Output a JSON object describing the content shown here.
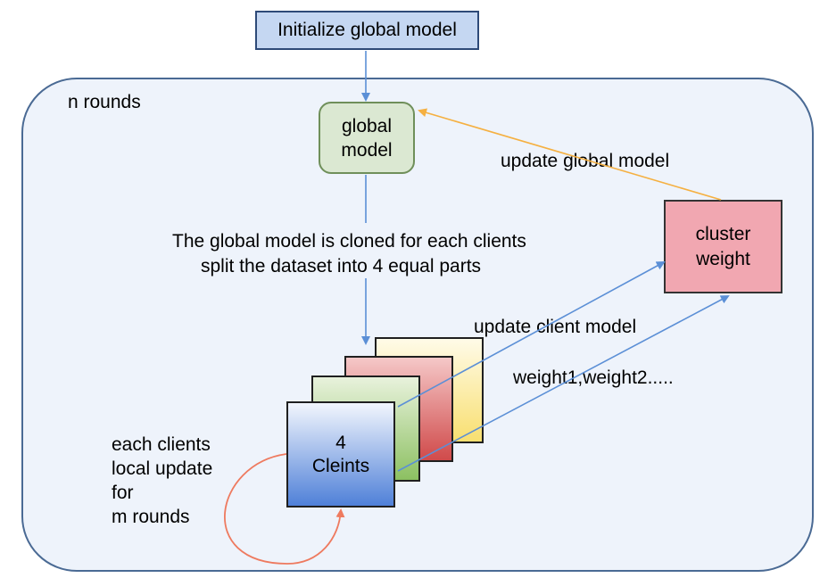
{
  "init_box": {
    "label": "Initialize global model"
  },
  "container": {
    "label": "n rounds"
  },
  "global_model": {
    "line1": "global",
    "line2": "model"
  },
  "update_global": {
    "label": "update global model"
  },
  "cluster": {
    "line1": "cluster",
    "line2": "weight"
  },
  "clone_text": {
    "line1": "The global model is cloned for each clients",
    "line2": "split the dataset into 4 equal parts"
  },
  "update_client": {
    "label": "update client model"
  },
  "weights": {
    "label": "weight1,weight2....."
  },
  "clients": {
    "line1": "4",
    "line2": "Cleints"
  },
  "local_update": {
    "line1": "each clients",
    "line2": "local update",
    "line3": "for",
    "line4": "m rounds"
  },
  "colors": {
    "blue_arrow": "#5b8fd6",
    "orange_arrow": "#f5b041",
    "loop_arrow": "#ee7a5f"
  }
}
